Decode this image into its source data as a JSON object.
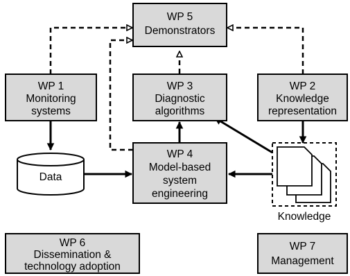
{
  "work_packages": {
    "wp1": {
      "line1": "WP 1",
      "line2": "Monitoring",
      "line3": "systems"
    },
    "wp2": {
      "line1": "WP 2",
      "line2": "Knowledge",
      "line3": "representation"
    },
    "wp3": {
      "line1": "WP 3",
      "line2": "Diagnostic",
      "line3": "algorithms"
    },
    "wp4": {
      "line1": "WP 4",
      "line2": "Model-based",
      "line3": "system",
      "line4": "engineering"
    },
    "wp5": {
      "line1": "WP 5",
      "line2": "Demonstrators"
    },
    "wp6": {
      "line1": "WP 6",
      "line2": "Dissemination &",
      "line3": "technology adoption"
    },
    "wp7": {
      "line1": "WP 7",
      "line2": "Management"
    }
  },
  "data_store": {
    "label": "Data"
  },
  "knowledge": {
    "label": "Knowledge"
  }
}
